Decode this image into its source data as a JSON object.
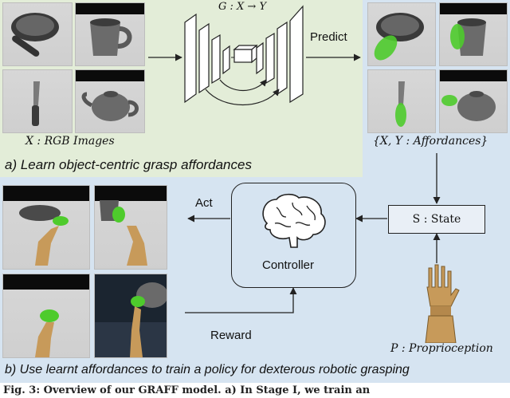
{
  "network": {
    "title": "G : X → Y",
    "predict_label": "Predict"
  },
  "captions": {
    "x_images": "X : RGB Images",
    "xy_affordances": "{X, Y : Affordances}",
    "state": "S : State",
    "proprioception": "P : Proprioception"
  },
  "section_labels": {
    "a": "a)  Learn object-centric grasp affordances",
    "b": "b)  Use learnt affordances to train a policy for dexterous robotic grasping"
  },
  "loop": {
    "act_label": "Act",
    "controller_label": "Controller",
    "reward_label": "Reward"
  },
  "figure_caption": "Fig. 3: Overview of our GRAFF model. a) In Stage I, we train an",
  "colors": {
    "panel_a_bg": "#e3edd8",
    "panel_b_bg": "#d6e4f1",
    "affordance_green": "#4ecb2c",
    "hand_gold": "#c79a5a"
  },
  "icons": [
    "brain-icon",
    "robot-hand-icon",
    "pan-image",
    "mug-image",
    "knife-image",
    "teapot-image"
  ]
}
